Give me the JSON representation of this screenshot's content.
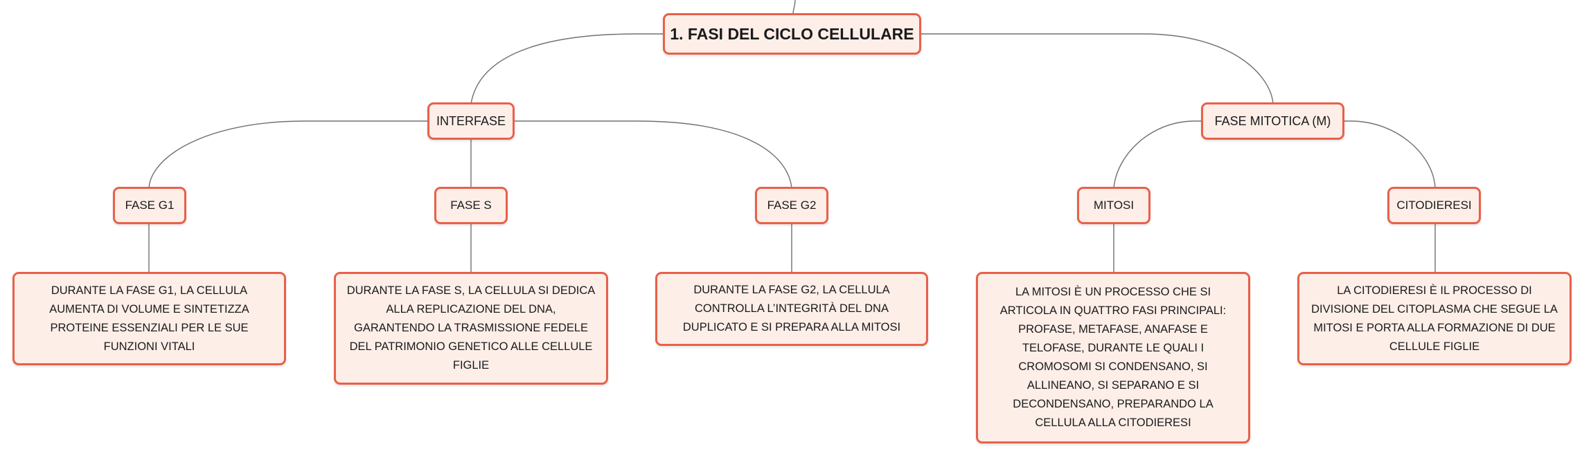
{
  "colors": {
    "node_fill": "#fdeee8",
    "node_border": "#e9604a",
    "connector": "#707070"
  },
  "root": {
    "label": "1. FASI DEL CICLO CELLULARE"
  },
  "branches": [
    {
      "label": "INTERFASE",
      "children": [
        {
          "label": "FASE G1",
          "description": "DURANTE LA FASE G1, LA CELLULA AUMENTA DI VOLUME E SINTETIZZA PROTEINE ESSENZIALI PER LE SUE FUNZIONI VITALI"
        },
        {
          "label": "FASE S",
          "description": "DURANTE LA FASE S, LA CELLULA SI DEDICA ALLA REPLICAZIONE DEL DNA, GARANTENDO LA TRASMISSIONE FEDELE DEL PATRIMONIO GENETICO ALLE CELLULE FIGLIE"
        },
        {
          "label": "FASE G2",
          "description": "DURANTE LA FASE G2, LA CELLULA CONTROLLA L’INTEGRITÀ DEL DNA DUPLICATO E SI PREPARA ALLA MITOSI"
        }
      ]
    },
    {
      "label": "FASE MITOTICA (M)",
      "children": [
        {
          "label": "MITOSI",
          "description": "LA MITOSI È UN PROCESSO CHE SI ARTICOLA IN QUATTRO FASI PRINCIPALI: PROFASE, METAFASE, ANAFASE E TELOFASE, DURANTE LE QUALI I CROMOSOMI SI CONDENSANO, SI ALLINEANO, SI SEPARANO E SI DECONDENSANO, PREPARANDO LA CELLULA ALLA CITODIERESI"
        },
        {
          "label": "CITODIERESI",
          "description": "LA CITODIERESI È IL PROCESSO DI DIVISIONE DEL CITOPLASMA CHE SEGUE LA MITOSI E PORTA ALLA FORMAZIONE DI DUE CELLULE FIGLIE"
        }
      ]
    }
  ]
}
